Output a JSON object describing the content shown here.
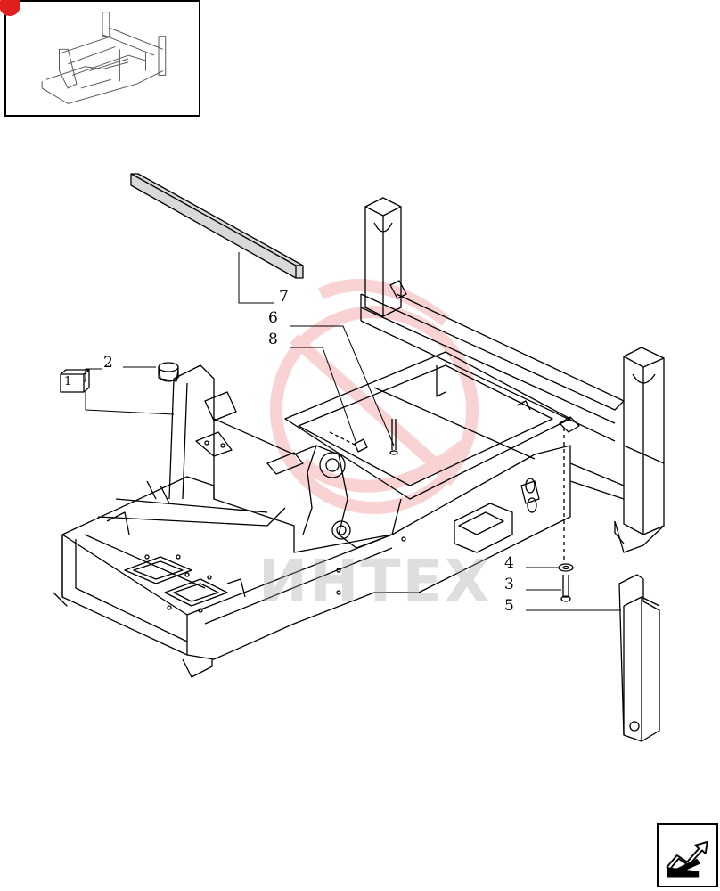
{
  "thumbnail": {
    "label": "overview-thumbnail"
  },
  "callouts": {
    "c1": "1",
    "c2": "2",
    "c3": "3",
    "c4": "4",
    "c5": "5",
    "c6": "6",
    "c7": "7",
    "c8": "8"
  },
  "watermark": "ИНТЕХ",
  "nav": {
    "icon": "arrow-next-icon"
  },
  "colors": {
    "line": "#000000",
    "logo": "#e83a3a",
    "marker": "#e0201f"
  }
}
